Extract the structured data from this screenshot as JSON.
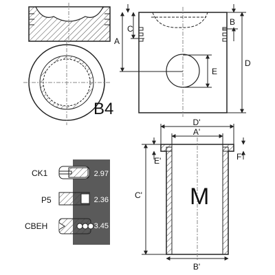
{
  "piston_block": {
    "code": "B4"
  },
  "piston_dims": {
    "a": "A",
    "b": "B",
    "c": "C",
    "d": "D",
    "e": "E"
  },
  "liner_block": {
    "code": "M"
  },
  "liner_dims": {
    "a_prime": "A'",
    "b_prime": "B'",
    "c_prime": "C'",
    "d_prime": "D'",
    "e_prime": "E'",
    "f_prime": "F'"
  },
  "rings": [
    {
      "name": "CK1",
      "value": "2.97"
    },
    {
      "name": "P5",
      "value": "2.36"
    },
    {
      "name": "CBEH",
      "value": "3.45"
    }
  ],
  "colors": {
    "ring_panel": "#5a5a5a",
    "line": "#222222",
    "hatch": "#444444"
  }
}
